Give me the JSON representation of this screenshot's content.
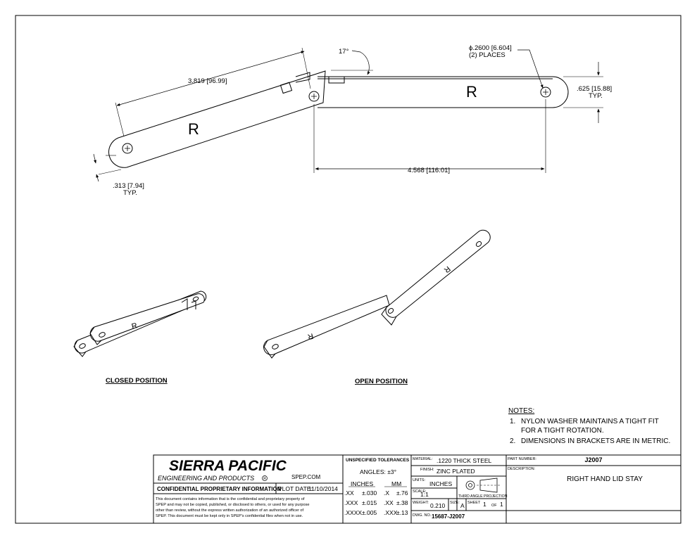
{
  "drawing": {
    "dims": {
      "upper_length": "3.819 [96.99]",
      "angle": "17°",
      "hole_dia": "ϕ.2600 [6.604]",
      "hole_places": "(2) PLACES",
      "width_right": ".625 [15.88]",
      "typ_right": "TYP.",
      "width_left": ".313 [7.94]",
      "typ_left": "TYP.",
      "lower_length": "4.568 [116.01]"
    },
    "part_mark_left": "R",
    "part_mark_right": "R",
    "iso_mark_closed": "R",
    "iso_mark_open_1": "R",
    "iso_mark_open_2": "R",
    "captions": {
      "closed": "CLOSED POSITION",
      "open": "OPEN POSITION"
    }
  },
  "notes": {
    "title": "NOTES:",
    "items": [
      {
        "num": "1.",
        "line1": "NYLON WASHER MAINTAINS A TIGHT FIT",
        "line2": "FOR A TIGHT ROTATION."
      },
      {
        "num": "2.",
        "line1": "DIMENSIONS IN BRACKETS ARE IN METRIC.",
        "line2": ""
      }
    ]
  },
  "title_block": {
    "company": "SIERRA PACIFIC",
    "company_sub": "ENGINEERING AND PRODUCTS",
    "registered": "R",
    "website": "SPEP.COM",
    "confidential_label": "CONFIDENTIAL PROPRIETARY INFORMATION",
    "plot_date_label": "PLOT DATE:",
    "plot_date": "11/10/2014",
    "disclaimer": [
      "This document contains information that is the confidential and proprietary property of",
      "SPEP and may not be copied, published, or disclosed to others, or used for any purpose",
      "other than review, without the express written authorization of an authorized officer of",
      "SPEP. This document must be kept only in SPEP's confidential files when not in use."
    ],
    "tolerances": {
      "title": "UNSPECIFIED TOLERANCES",
      "angles": "ANGLES: ±3°",
      "inches_label": "INCHES",
      "mm_label": "MM",
      "rows": [
        {
          "in_fmt": ".XX",
          "in_tol": "±.030",
          "mm_fmt": ".X",
          "mm_tol": "±.76"
        },
        {
          "in_fmt": ".XXX",
          "in_tol": "±.015",
          "mm_fmt": ".XX",
          "mm_tol": "±.38"
        },
        {
          "in_fmt": ".XXXX",
          "in_tol": "±.005",
          "mm_fmt": ".XXX",
          "mm_tol": "±.13"
        }
      ]
    },
    "material_label": "MATERIAL:",
    "material": ".1220 THICK STEEL",
    "finish_label": "FINISH:",
    "finish": "ZINC PLATED",
    "units_label": "UNITS:",
    "units": "INCHES",
    "scale_label": "SCALE:",
    "scale": "1:1",
    "projection_label": "THIRD ANGLE PROJECTION",
    "weight_label": "WEIGHT:",
    "weight": "0.210",
    "size_label": "SIZE:",
    "size": "A",
    "sheet_label": "SHEET",
    "sheet": "1",
    "of_label": "OF",
    "sheets": "1",
    "dwg_label": "DWG. NO.",
    "dwg_no": "15687-J2007",
    "part_number_label": "PART NUMBER:",
    "part_number": "J2007",
    "description_label": "DESCRIPTION:",
    "description": "RIGHT HAND LID STAY"
  }
}
